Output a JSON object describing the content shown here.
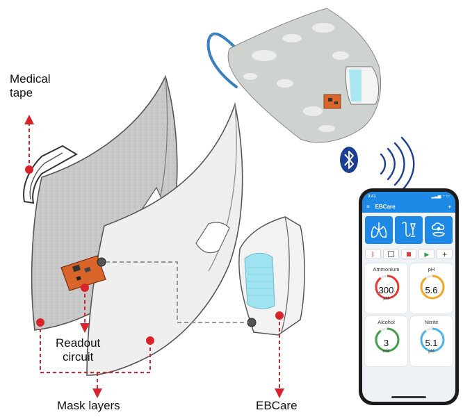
{
  "labels": {
    "medical_tape": [
      "Medical",
      "tape"
    ],
    "readout_circuit": [
      "Readout",
      "circuit"
    ],
    "mask_layers": "Mask layers",
    "ebcare": "EBCare"
  },
  "colors": {
    "annotation_red": "#d8232a",
    "app_blue": "#1e88e5",
    "bluetooth_navy": "#1c3f94",
    "strap_blue": "#3a7fc0",
    "pcb_orange": "#d9652b",
    "chamber_cyan": "#9ee3ef"
  },
  "phone": {
    "status_time": "9:41",
    "app_title": "EBCare",
    "tiles": [
      {
        "name": "Ammonium",
        "value": "300",
        "unit": "μM",
        "color": "#e53935",
        "level": 0.9
      },
      {
        "name": "pH",
        "value": "5.6",
        "unit": "",
        "color": "#f5a623",
        "level": 0.9
      },
      {
        "name": "Alcohol",
        "value": "3",
        "unit": "mM",
        "color": "#43a047",
        "level": 0.9
      },
      {
        "name": "Nitrite",
        "value": "5.1",
        "unit": "μM",
        "color": "#4fb3e8",
        "level": 0.9
      }
    ],
    "toolbar_icons": [
      "bluetooth-icon",
      "save-icon",
      "stop-icon",
      "play-icon",
      "plus-icon"
    ],
    "card_icons": [
      "lungs-icon",
      "breath-sample-icon",
      "cloud-mask-icon"
    ]
  }
}
